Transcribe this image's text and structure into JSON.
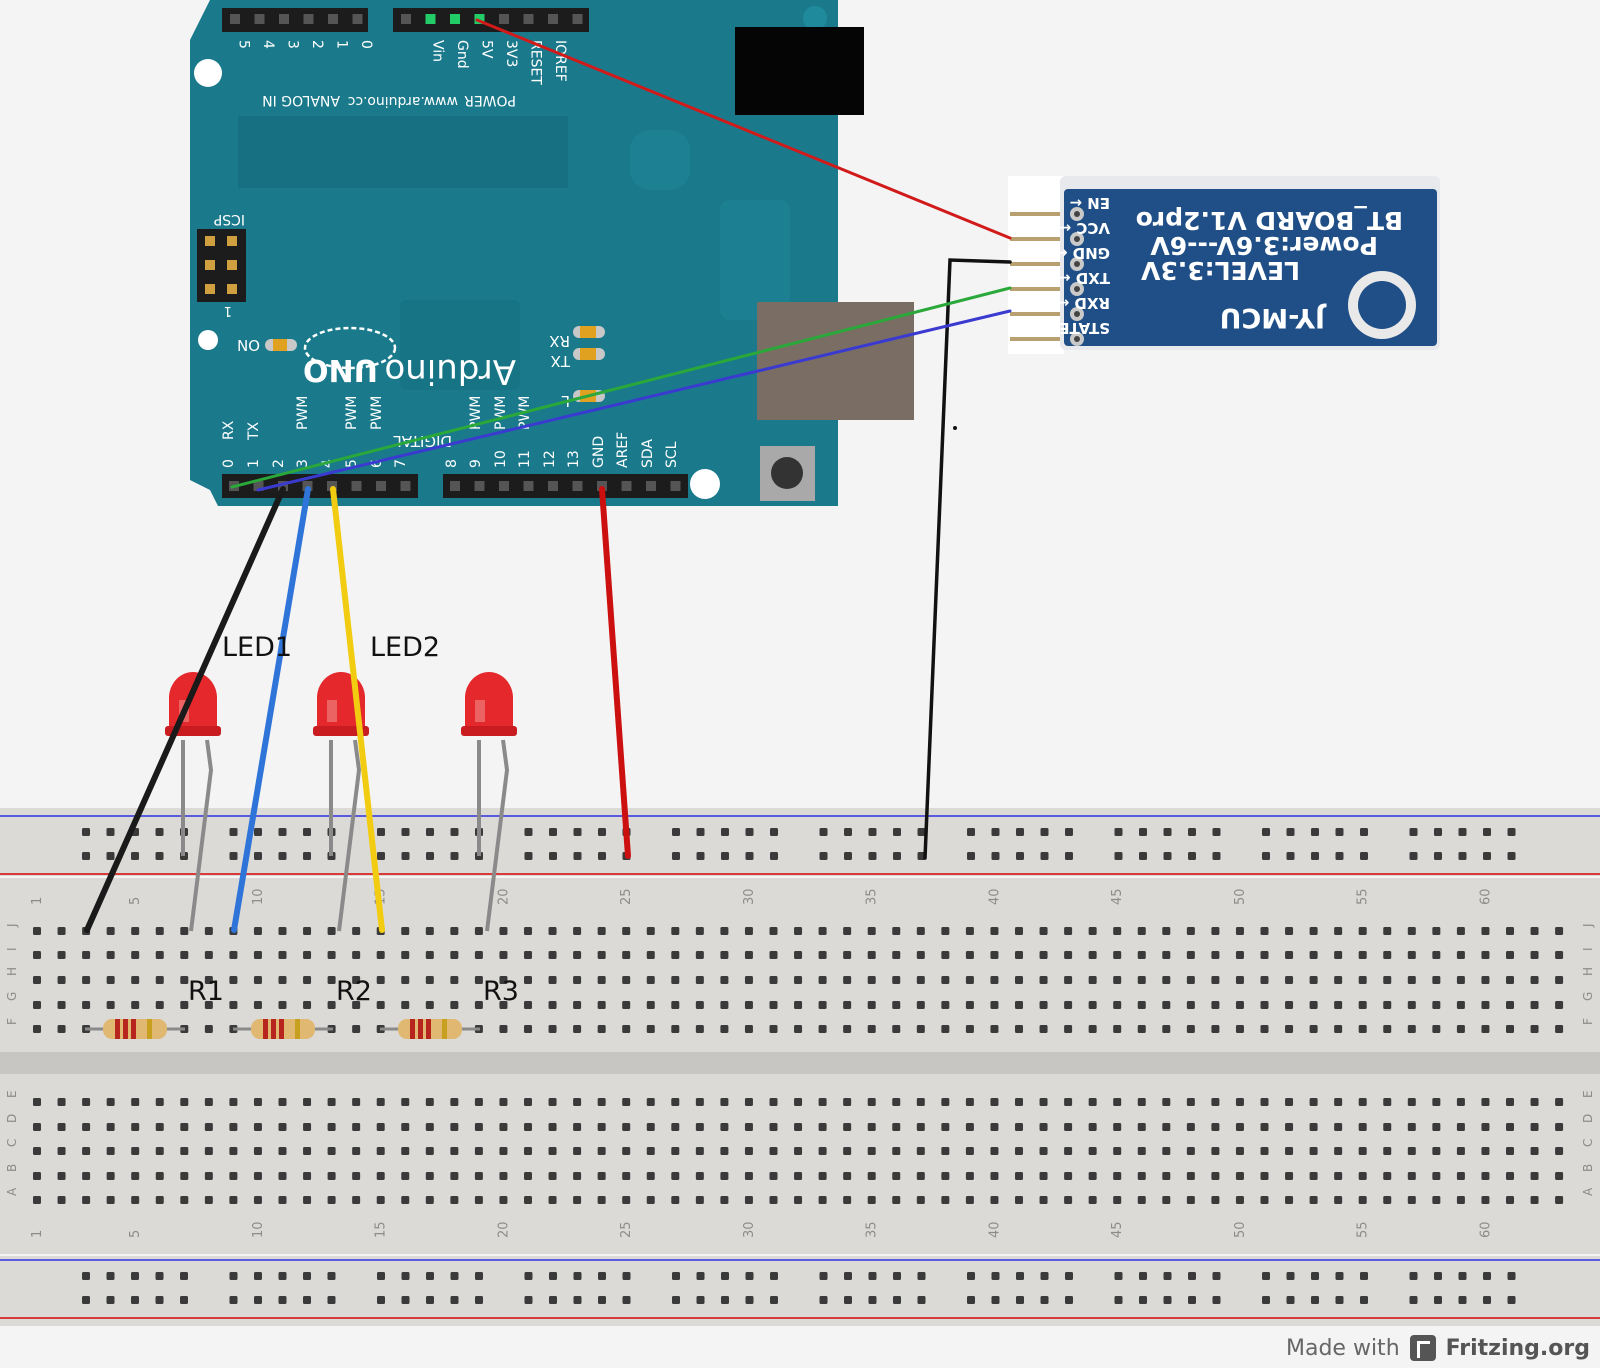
{
  "arduino": {
    "power_header_labels": [
      "IOREF",
      "RESET",
      "3V3",
      "5V",
      "Gnd",
      "Vin"
    ],
    "power_title": "POWER",
    "analog_header_labels": [
      "0",
      "1",
      "2",
      "3",
      "4",
      "5"
    ],
    "analog_title": "ANALOG IN",
    "website": "www.arduino.cc",
    "icsp_label": "ICSP",
    "icsp_pin1": "1",
    "on_label": "ON",
    "logo_text": "Arduino",
    "model_text": "UNO",
    "rx_label": "RX",
    "tx_label": "TX",
    "l_label": "L",
    "digital_title": "DIGITAL",
    "digital_pin_labels": [
      "0",
      "1",
      "2",
      "3",
      "4",
      "5",
      "6",
      "7",
      "8",
      "9",
      "10",
      "11",
      "12",
      "13",
      "GND",
      "AREF",
      "SDA",
      "SCL"
    ],
    "rx0_label": "RX",
    "tx1_label": "TX",
    "pwm_label": "PWM"
  },
  "bt_module": {
    "title": "BT_BOARD V1.2pro",
    "power_line": "Power:3.6V---6V",
    "level_line": "LEVEL:3.3V",
    "brand": "JY-MCU",
    "pins": [
      "EN",
      "VCC",
      "GND",
      "TXD",
      "RXD",
      "STATE"
    ]
  },
  "labels": {
    "led1": "LED1",
    "led2": "LED2",
    "r1": "R1",
    "r2": "R2",
    "r3": "R3"
  },
  "breadboard": {
    "column_numbers": [
      "1",
      "5",
      "10",
      "15",
      "20",
      "25",
      "30",
      "35",
      "40",
      "45",
      "50",
      "55",
      "60"
    ],
    "rows_top": [
      "J",
      "I",
      "H",
      "G",
      "F"
    ],
    "rows_bottom": [
      "E",
      "D",
      "C",
      "B",
      "A"
    ]
  },
  "colors": {
    "board": "#1a7a8c",
    "bt_board": "#1f4f86",
    "breadboard": "#dcdad6",
    "wire_red": "#d11a1a",
    "wire_black": "#1a1a1a",
    "wire_green": "#2aa83a",
    "wire_blue": "#3a3ad0",
    "wire_blue_light": "#2f74d8",
    "wire_yellow": "#f2cc10",
    "led": "#e4282c"
  },
  "footer": {
    "made_with": "Made with",
    "brand": "Fritzing.org"
  }
}
